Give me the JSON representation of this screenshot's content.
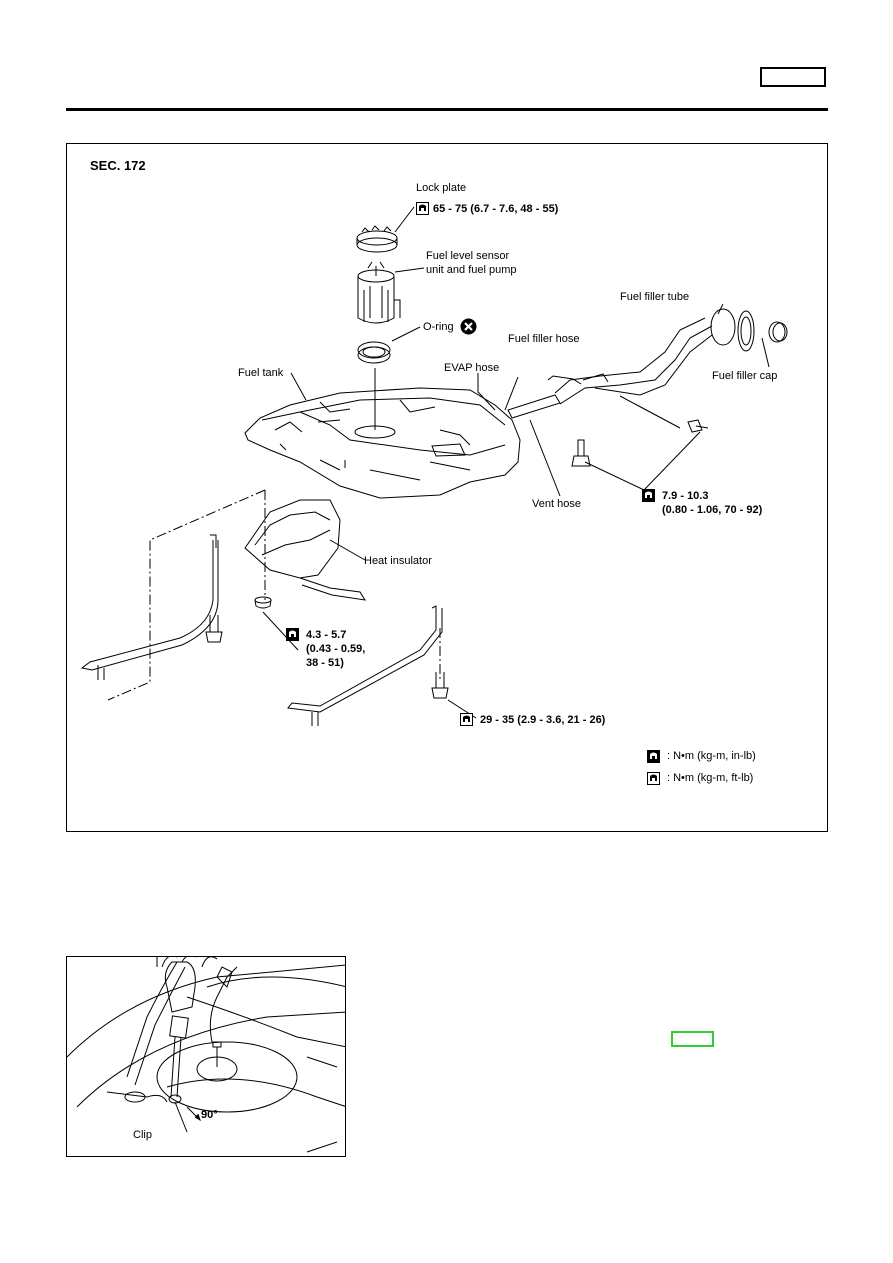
{
  "figure": {
    "section": "SEC. 172",
    "labels": {
      "lock_plate": "Lock plate",
      "lock_plate_torque": "65 - 75 (6.7 - 7.6, 48 - 55)",
      "sensor_line1": "Fuel level sensor",
      "sensor_line2": "unit and fuel pump",
      "o_ring": "O-ring",
      "fuel_filler_hose": "Fuel filler hose",
      "fuel_filler_tube": "Fuel filler tube",
      "evap_hose": "EVAP hose",
      "fuel_tank": "Fuel tank",
      "fuel_filler_cap": "Fuel filler cap",
      "vent_hose": "Vent hose",
      "torque_a_line1": "7.9 - 10.3",
      "torque_a_line2": "(0.80 - 1.06, 70 - 92)",
      "heat_insulator": "Heat insulator",
      "torque_b_line1": "4.3 - 5.7",
      "torque_b_line2": "(0.43 - 0.59,",
      "torque_b_line3": "38 - 51)",
      "torque_c": "29 - 35 (2.9 - 3.6, 21 - 26)"
    },
    "legend": {
      "in_lb": ": N•m (kg-m, in-lb)",
      "ft_lb": ": N•m (kg-m, ft-lb)"
    }
  },
  "photo": {
    "angle": "90°",
    "clip": "Clip"
  },
  "icons": {
    "torque_ft_lb": "torque-ft-lb-icon",
    "torque_in_lb": "torque-in-lb-icon",
    "no_reuse": "do-not-reuse-icon"
  },
  "colors": {
    "link_box": "#33cc33"
  }
}
